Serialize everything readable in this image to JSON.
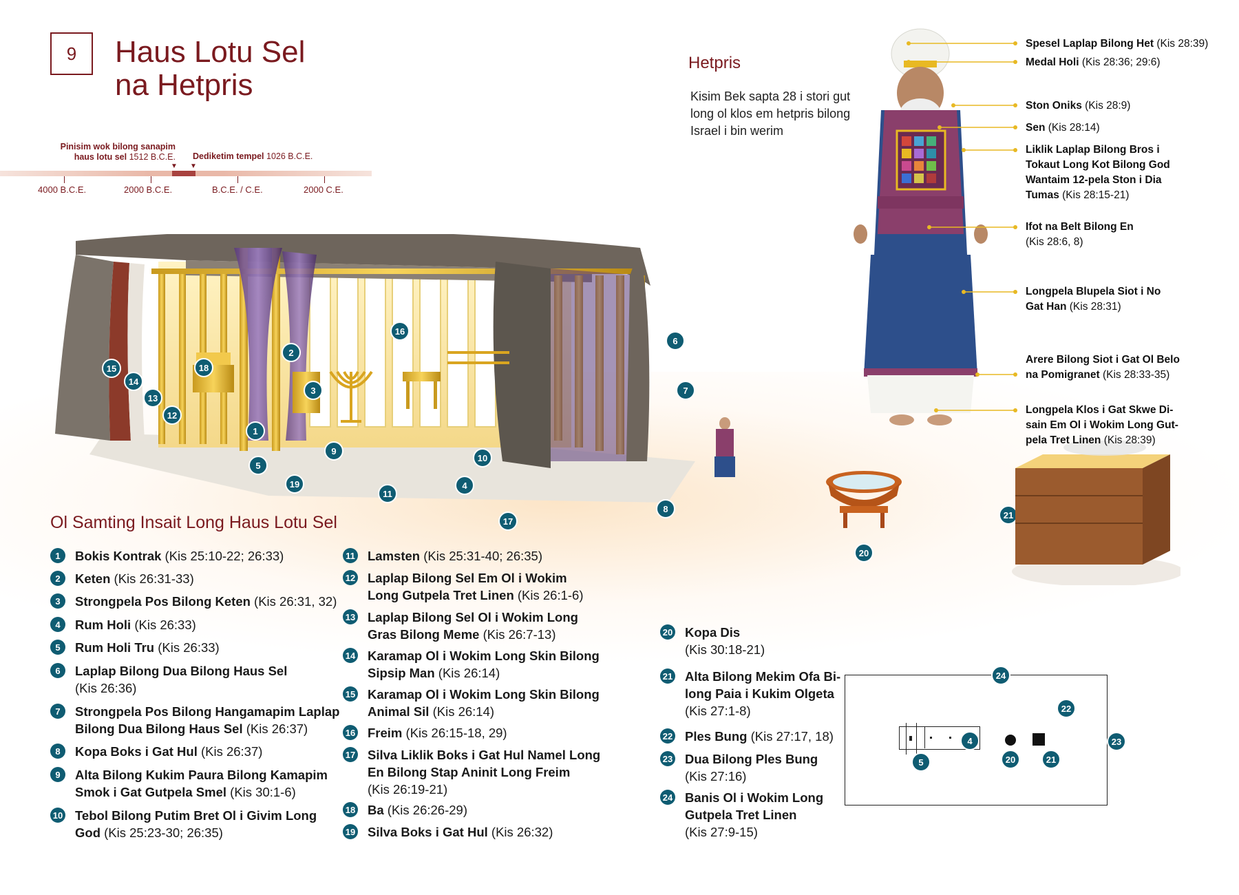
{
  "chapter_number": "9",
  "title_line1": "Haus Lotu Sel",
  "title_line2": "na Hetpris",
  "timeline": {
    "event1_line1": "Pinisim wok bilong sanapim",
    "event1_line2_bold": "haus lotu sel",
    "event1_year": "1512 B.C.E.",
    "event2_bold": "Dediketim tempel",
    "event2_year": "1026 B.C.E.",
    "ticks": [
      "4000 B.C.E.",
      "2000 B.C.E.",
      "B.C.E. / C.E.",
      "2000 C.E."
    ]
  },
  "high_priest": {
    "heading": "Hetpris",
    "description": "Kisim Bek sapta 28 i stori gut long ol klos em hetpris bilong Israel i bin werim",
    "callouts": [
      {
        "l1b": "Spesel Laplap Bilong Het",
        "l1": " (Kis 28:39)",
        "l2b": "",
        "l2": "",
        "l3b": "",
        "l3": "",
        "l4b": "",
        "l4": ""
      },
      {
        "l1b": "Medal Holi",
        "l1": " (Kis 28:36; 29:6)",
        "l2b": "",
        "l2": "",
        "l3b": "",
        "l3": "",
        "l4b": "",
        "l4": ""
      },
      {
        "l1b": "Ston Oniks",
        "l1": " (Kis 28:9)",
        "l2b": "",
        "l2": "",
        "l3b": "",
        "l3": "",
        "l4b": "",
        "l4": ""
      },
      {
        "l1b": "Sen",
        "l1": " (Kis 28:14)",
        "l2b": "",
        "l2": "",
        "l3b": "",
        "l3": "",
        "l4b": "",
        "l4": ""
      },
      {
        "l1b": "Liklik Laplap Bilong Bros i",
        "l1": "",
        "l2b": "Tokaut Long Kot Bilong God",
        "l2": "",
        "l3b": "Wantaim 12-pela Ston i Dia",
        "l3": "",
        "l4b": "Tumas",
        "l4": " (Kis 28:15-21)"
      },
      {
        "l1b": "Ifot na Belt Bilong En",
        "l1": "",
        "l2b": "",
        "l2": "(Kis 28:6, 8)",
        "l3b": "",
        "l3": "",
        "l4b": "",
        "l4": ""
      },
      {
        "l1b": "Longpela Blupela Siot i No",
        "l1": "",
        "l2b": "Gat Han",
        "l2": " (Kis 28:31)",
        "l3b": "",
        "l3": "",
        "l4b": "",
        "l4": ""
      },
      {
        "l1b": "Arere Bilong Siot i Gat Ol Belo",
        "l1": "",
        "l2b": "na Pomigranet",
        "l2": " (Kis 28:33-35)",
        "l3b": "",
        "l3": "",
        "l4b": "",
        "l4": ""
      },
      {
        "l1b": "Longpela Klos i Gat Skwe Di-",
        "l1": "",
        "l2b": "sain Em Ol i Wokim Long Gut-",
        "l2": "",
        "l3b": "pela Tret Linen",
        "l3": " (Kis 28:39)",
        "l4b": "",
        "l4": ""
      }
    ]
  },
  "section_title": "Ol Samting Insait Long Haus Lotu Sel",
  "items": [
    {
      "n": "1",
      "l1b": "Bokis Kontrak",
      "l1": " (Kis 25:10-22; 26:33)",
      "l2b": "",
      "l2": ""
    },
    {
      "n": "2",
      "l1b": "Keten",
      "l1": " (Kis 26:31-33)",
      "l2b": "",
      "l2": ""
    },
    {
      "n": "3",
      "l1b": "Strongpela Pos Bilong Keten",
      "l1": " (Kis 26:31, 32)",
      "l2b": "",
      "l2": ""
    },
    {
      "n": "4",
      "l1b": "Rum Holi",
      "l1": " (Kis 26:33)",
      "l2b": "",
      "l2": ""
    },
    {
      "n": "5",
      "l1b": "Rum Holi Tru",
      "l1": " (Kis 26:33)",
      "l2b": "",
      "l2": ""
    },
    {
      "n": "6",
      "l1b": "Laplap Bilong Dua Bilong Haus Sel",
      "l1": "",
      "l2b": "",
      "l2": "(Kis 26:36)"
    },
    {
      "n": "7",
      "l1b": "Strongpela Pos Bilong Hangamapim Laplap",
      "l1": "",
      "l2b": "Bilong Dua Bilong Haus Sel",
      "l2": " (Kis 26:37)"
    },
    {
      "n": "8",
      "l1b": "Kopa Boks i Gat Hul",
      "l1": " (Kis 26:37)",
      "l2b": "",
      "l2": ""
    },
    {
      "n": "9",
      "l1b": "Alta Bilong Kukim Paura Bilong Kamapim",
      "l1": "",
      "l2b": "Smok i Gat Gutpela Smel",
      "l2": " (Kis 30:1-6)"
    },
    {
      "n": "10",
      "l1b": "Tebol Bilong Putim Bret Ol i Givim Long",
      "l1": "",
      "l2b": "God",
      "l2": " (Kis 25:23-30; 26:35)"
    },
    {
      "n": "11",
      "l1b": "Lamsten",
      "l1": " (Kis 25:31-40; 26:35)",
      "l2b": "",
      "l2": "",
      "l3": ""
    },
    {
      "n": "12",
      "l1b": "Laplap Bilong Sel Em Ol i Wokim",
      "l1": "",
      "l2b": "Long Gutpela Tret Linen",
      "l2": " (Kis 26:1-6)",
      "l3": ""
    },
    {
      "n": "13",
      "l1b": "Laplap Bilong Sel Ol i Wokim Long",
      "l1": "",
      "l2b": "Gras Bilong Meme",
      "l2": " (Kis 26:7-13)",
      "l3": ""
    },
    {
      "n": "14",
      "l1b": "Karamap Ol i Wokim Long Skin Bilong",
      "l1": "",
      "l2b": "Sipsip Man",
      "l2": " (Kis 26:14)",
      "l3": ""
    },
    {
      "n": "15",
      "l1b": "Karamap Ol i Wokim Long Skin Bilong",
      "l1": "",
      "l2b": "Animal Sil",
      "l2": " (Kis 26:14)",
      "l3": ""
    },
    {
      "n": "16",
      "l1b": "Freim",
      "l1": " (Kis 26:15-18, 29)",
      "l2b": "",
      "l2": "",
      "l3": ""
    },
    {
      "n": "17",
      "l1b": "Silva Liklik Boks i Gat Hul Namel Long",
      "l1": "",
      "l2b": "En Bilong Stap Aninit Long Freim",
      "l2": "",
      "l3": "(Kis 26:19-21)"
    },
    {
      "n": "18",
      "l1b": "Ba",
      "l1": " (Kis 26:26-29)",
      "l2b": "",
      "l2": "",
      "l3": ""
    },
    {
      "n": "19",
      "l1b": "Silva Boks i Gat Hul",
      "l1": " (Kis 26:32)",
      "l2b": "",
      "l2": "",
      "l3": ""
    },
    {
      "n": "20",
      "l1b": "Kopa Dis",
      "l1": "",
      "l2b": "",
      "l2": "(Kis 30:18-21)",
      "l3b": "",
      "l3": ""
    },
    {
      "n": "21",
      "l1b": "Alta Bilong Mekim Ofa Bi-",
      "l1": "",
      "l2b": "long Paia i Kukim Olgeta",
      "l2": "",
      "l3b": "",
      "l3": "(Kis 27:1-8)"
    },
    {
      "n": "22",
      "l1b": "Ples Bung",
      "l1": " (Kis 27:17, 18)",
      "l2b": "",
      "l2": "",
      "l3b": "",
      "l3": ""
    },
    {
      "n": "23",
      "l1b": "Dua Bilong Ples Bung",
      "l1": "",
      "l2b": "",
      "l2": "(Kis 27:16)",
      "l3b": "",
      "l3": ""
    },
    {
      "n": "24",
      "l1b": "Banis Ol i Wokim Long",
      "l1": "",
      "l2b": "Gutpela Tret Linen",
      "l2": "",
      "l3b": "",
      "l3": "(Kis 27:9-15)"
    }
  ],
  "colors": {
    "maroon": "#7a1a1f",
    "marker_teal": "#0f5c72",
    "gold": "#e8b923"
  },
  "icons": [
    "tabernacle-illustration",
    "high-priest-illustration",
    "copper-basin-illustration",
    "altar-illustration",
    "courtyard-plan-diagram"
  ]
}
